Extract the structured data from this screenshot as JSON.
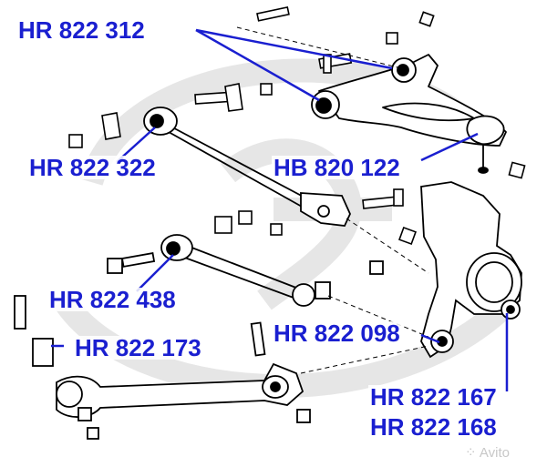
{
  "colors": {
    "label": "#1a1fd0",
    "leader": "#1a1fd0",
    "outline": "#000000",
    "ghost_logo": "#d9d9d9"
  },
  "labels": {
    "upper_arm_bushing": "HR 822 312",
    "lateral_link_bushing": "HR 822 322",
    "ball_joint": "HB 820 122",
    "toe_link_bushing": "HR 822 438",
    "lower_arm_bushing": "HR 822 173",
    "knuckle_bushing_front": "HR 822 098",
    "knuckle_bushing_rear_a": "HR 822 167",
    "knuckle_bushing_rear_b": "HR 822 168"
  },
  "watermark": {
    "text": "Avito",
    "icon": "avito-dots-icon"
  }
}
